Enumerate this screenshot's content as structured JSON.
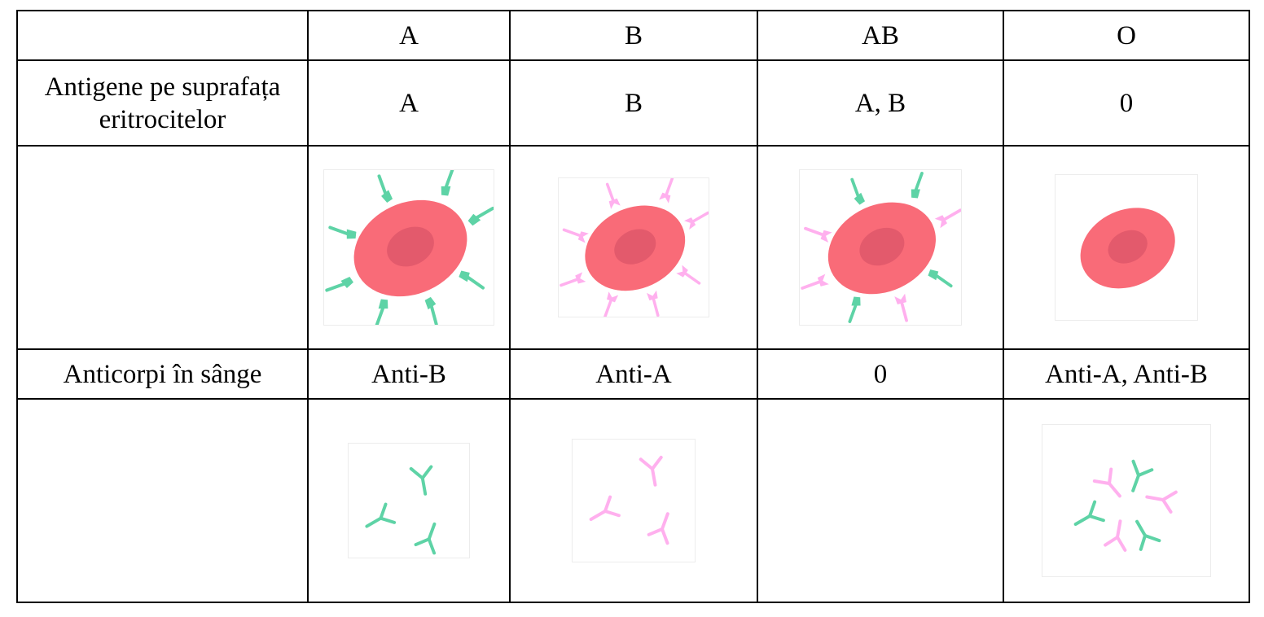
{
  "header": {
    "corner": "",
    "columns": [
      "A",
      "B",
      "AB",
      "O"
    ]
  },
  "antigens": {
    "label_line1": "Antigene pe suprafața",
    "label_line2": "eritrocitelor",
    "values": [
      "A",
      "B",
      "A, B",
      "0"
    ]
  },
  "antigen_images": {
    "icons": [
      "red-cell-a-antigens-icon",
      "red-cell-b-antigens-icon",
      "red-cell-ab-antigens-icon",
      "red-cell-no-antigens-icon"
    ]
  },
  "antibodies": {
    "label": "Anticorpi în sânge",
    "values": [
      "Anti-B",
      "Anti-A",
      "0",
      "Anti-A, Anti-B"
    ]
  },
  "antibody_images": {
    "icons": [
      "anti-b-antibodies-icon",
      "anti-a-antibodies-icon",
      "",
      "anti-a-anti-b-antibodies-icon"
    ]
  },
  "colors": {
    "cell_body": "#f96b78",
    "cell_nucleus": "#e35a6c",
    "antigen_a": "#5ed3a6",
    "antigen_b": "#ffb0ee"
  }
}
